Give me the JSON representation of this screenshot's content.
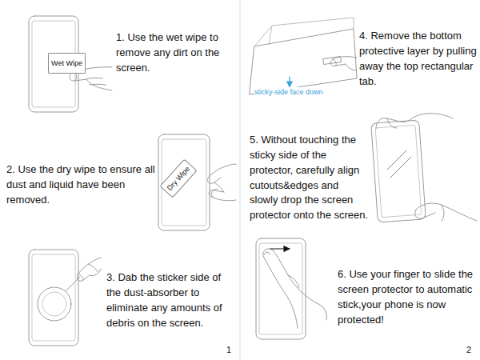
{
  "diagram": {
    "nodes": [
      {
        "text": [
          "Wet Wipe"
        ]
      },
      {
        "text": [
          "Dry Wipe"
        ]
      }
    ],
    "labels": [
      "1. Use the wet wipe to remove any dirt on the screen.",
      "2. Use the dry wipe to ensure all dust and liquid have been removed.",
      "3. Dab the sticker side of the dust-absorber to eliminate any amounts of debris on the screen.",
      "1",
      "4. Remove the bottom protective layer by pulling away the top rectangular tab.",
      "sticky-side face down",
      "5. Without touching the sticky side of the protector, carefully align cutouts&edges and slowly drop the screen protector onto the screen.",
      "6. Use your finger to slide the screen protector to automatic stick,your phone is now protected!",
      "2"
    ]
  }
}
